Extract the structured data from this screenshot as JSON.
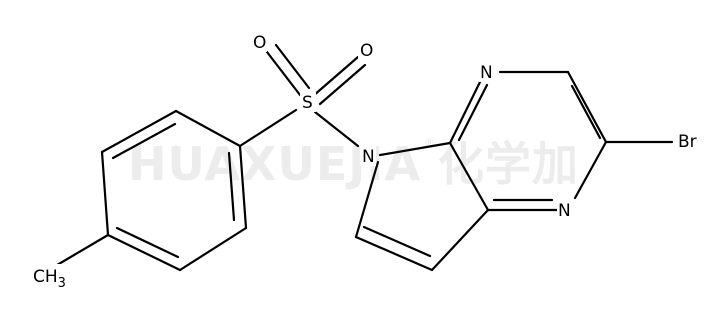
{
  "watermark": {
    "text": "HUAXUEJIA",
    "registered": "®",
    "cjk": "化学加"
  },
  "atoms": {
    "o_top": "O",
    "o_right": "O",
    "s": "S",
    "n_pyrrole": "N",
    "n_top": "N",
    "n_bottom": "N",
    "br": "Br",
    "ch3_main": "CH",
    "ch3_sub": "3"
  }
}
